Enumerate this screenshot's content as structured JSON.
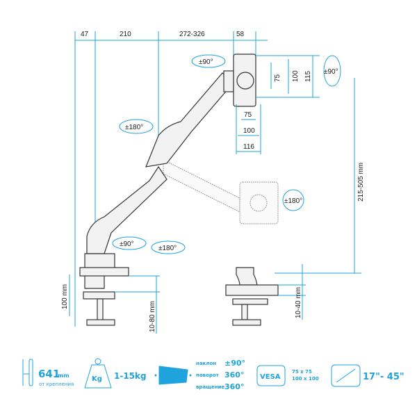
{
  "dimensions": {
    "top": [
      "47",
      "210",
      "272-326",
      "58"
    ],
    "vesa_vertical": [
      "75",
      "100",
      "115"
    ],
    "vesa_horizontal": [
      "75",
      "100",
      "116"
    ],
    "height_range": "215-505 mm",
    "clamp_height": "100 mm",
    "clamp_thickness": "10-80 mm",
    "grommet_thickness": "10-40 mm"
  },
  "rotations": {
    "head_tilt": "±90°",
    "right_rotate": "±90°",
    "arm_swivel": "±180°",
    "lower_swivel": "±180°",
    "base_tilt": "±90°",
    "base_swivel": "±180°"
  },
  "specs": {
    "reach_value": "641",
    "reach_unit": "mm",
    "reach_caption": "от крепления",
    "weight_icon_label": "Kg",
    "weight_range": "1-15kg",
    "motion": [
      {
        "label": "наклон",
        "value": "±90°"
      },
      {
        "label": "поворот",
        "value": "360°"
      },
      {
        "label": "вращение",
        "value": "360°"
      }
    ],
    "vesa_label": "VESA",
    "vesa_sizes": [
      "75 x 75",
      "100 x 100"
    ],
    "screen_size": "17\"- 45\""
  },
  "colors": {
    "accent": "#1ea3dc"
  }
}
